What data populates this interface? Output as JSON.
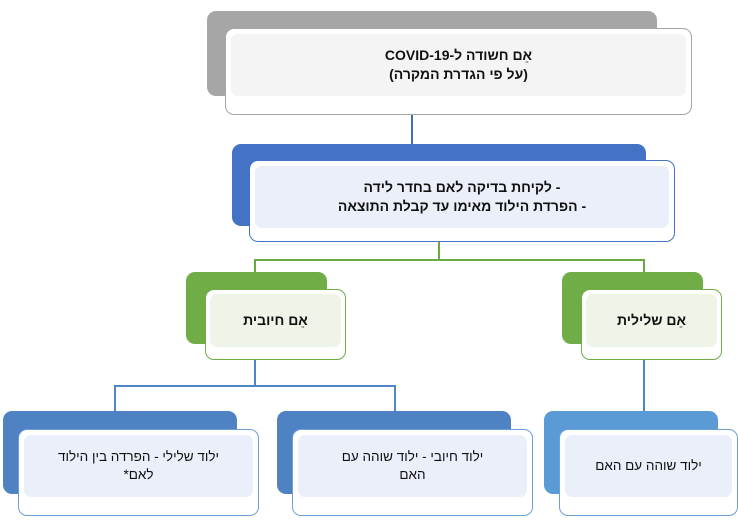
{
  "diagram": {
    "title": "COVID-19 maternal testing and newborn separation flowchart",
    "colors": {
      "grey_accent": "#a6a6a6",
      "blue_accent": "#4472c4",
      "green_accent": "#70ad47",
      "light_blue_accent": "#5b9bd5",
      "blue2_accent": "#4e82c3",
      "text": "#111111",
      "grey_fill": "#f4f4f4",
      "blue_fill": "#eaeff9",
      "green_fill": "#eef4e8"
    },
    "nodes": {
      "suspected_mother": {
        "line1": "אֵם חשודה ל-COVID-19",
        "line2": "(על פי הגדרת המקרה)"
      },
      "actions": {
        "line1": "- לקיחת בדיקה לאם בחדר לידה",
        "line2": "- הפרדת הילוד מאימו עד קבלת התוצאה"
      },
      "mother_positive": {
        "label": "אֵם חיובית"
      },
      "mother_negative": {
        "label": "אֵם שלילית"
      },
      "newborn_negative": {
        "line1": "ילוד שלילי - הפרדה בין הילוד",
        "line2": "לאם*"
      },
      "newborn_positive": {
        "line1": "ילוד חיובי - ילוד שוהה עם",
        "line2": "האם"
      },
      "newborn_with_mother": {
        "label": "ילוד שוהה עם האם"
      }
    }
  }
}
